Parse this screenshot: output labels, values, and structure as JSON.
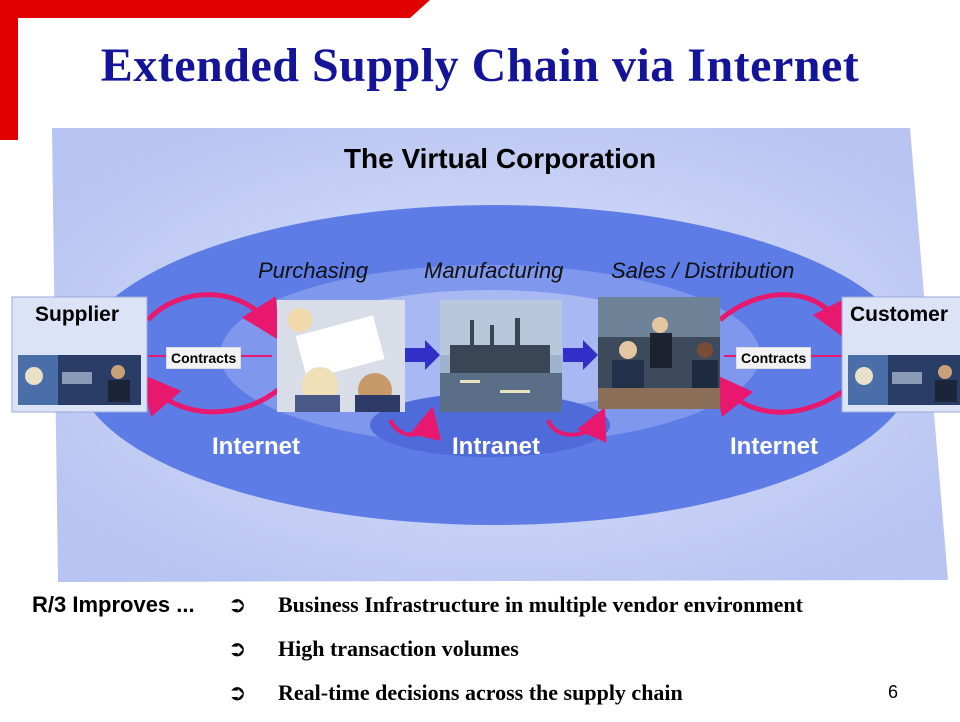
{
  "title": "Extended Supply Chain via Internet",
  "diagram": {
    "heading": "The Virtual Corporation",
    "departments": [
      "Purchasing",
      "Manufacturing",
      "Sales / Distribution"
    ],
    "supplier_label": "Supplier",
    "customer_label": "Customer",
    "contracts_left": "Contracts",
    "contracts_right": "Contracts",
    "network_left": "Internet",
    "network_center": "Intranet",
    "network_right": "Internet"
  },
  "footer": {
    "lead": "R/3 Improves ...",
    "bullets": [
      "Business Infrastructure in multiple vendor environment",
      "High transaction volumes",
      "Real-time decisions across the supply chain"
    ]
  },
  "page_number": "6",
  "colors": {
    "title": "#14149a",
    "background_panel": "#c3cdf5",
    "ellipse_outer": "#5e7ce6",
    "arrow_pink": "#e8186e",
    "arrow_blue": "#3030c8",
    "corner_red": "#e00000"
  }
}
